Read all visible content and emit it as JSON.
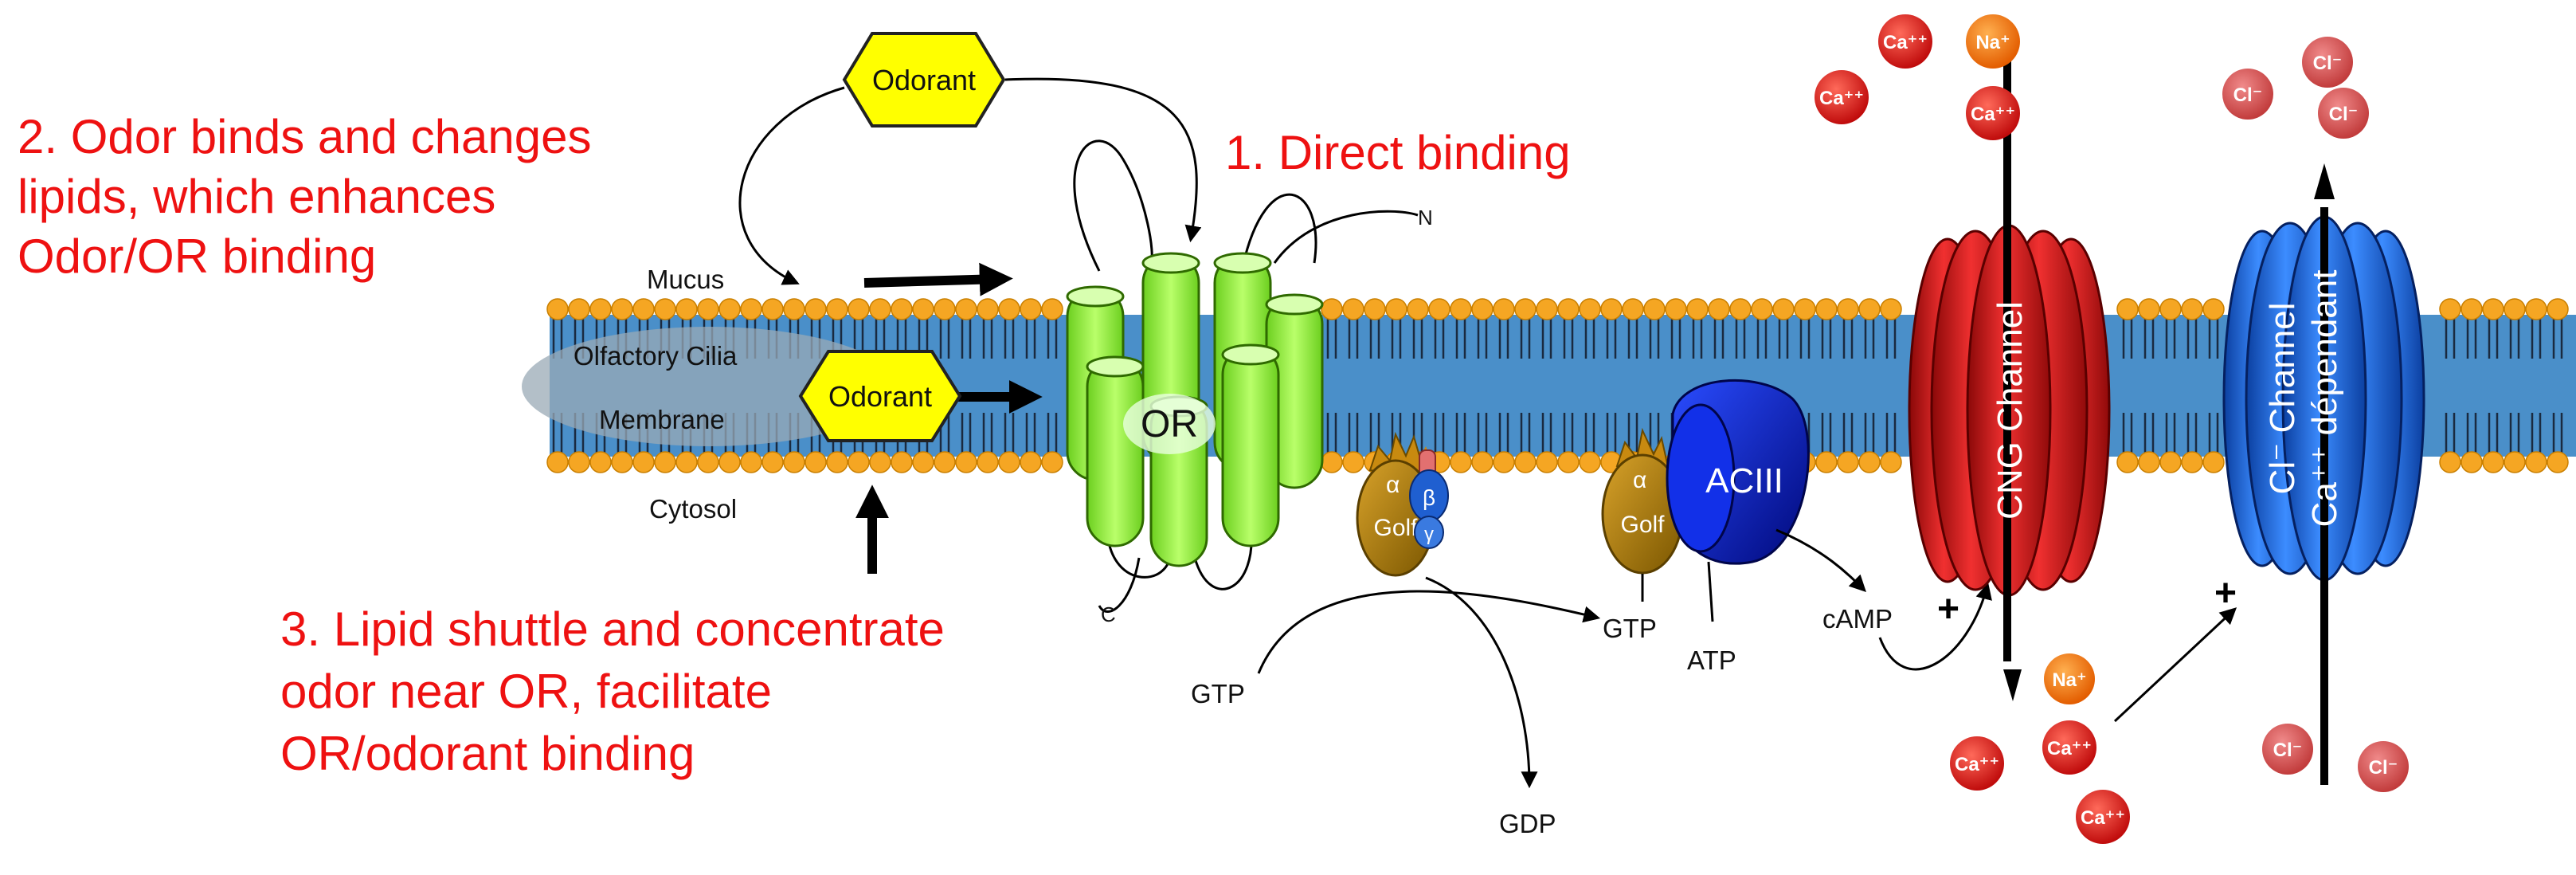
{
  "annotations": {
    "direct_binding": "1. Direct binding",
    "lipid_binding": [
      "2. Odor binds and changes",
      "lipids, which enhances",
      "Odor/OR binding"
    ],
    "lipid_shuttle": [
      "3. Lipid shuttle and concentrate",
      "odor near OR, facilitate",
      "OR/odorant binding"
    ]
  },
  "regions": {
    "mucus": "Mucus",
    "cilia": "Olfactory Cilia",
    "membrane": "Membrane",
    "cytosol": "Cytosol"
  },
  "odorants": {
    "top": "Odorant",
    "membrane": "Odorant"
  },
  "receptor": {
    "label": "OR",
    "n_terminus": "N",
    "c_terminus": "C"
  },
  "g_protein_1": {
    "alpha": "α",
    "golf": "Golf",
    "beta": "β",
    "gamma": "γ"
  },
  "g_protein_2": {
    "alpha": "α",
    "golf": "Golf"
  },
  "enzyme": {
    "label": "ACIII"
  },
  "molecules": {
    "gtp_1": "GTP",
    "gdp": "GDP",
    "gtp_2": "GTP",
    "atp": "ATP",
    "camp": "cAMP"
  },
  "channels": {
    "cng": "CNG Channel",
    "cl_line1": "Cl⁻ Channel",
    "cl_line2": "Ca⁺⁺ dépendant"
  },
  "signs": {
    "plus_1": "+",
    "plus_2": "+"
  },
  "ions": {
    "ca": "Ca⁺⁺",
    "na": "Na⁺",
    "cl": "Cl⁻"
  },
  "colors": {
    "annotation": "#ee1111",
    "lipid_head": "#f5a623",
    "membrane_core": "#4a8fc9",
    "receptor": "#9ff24a",
    "odorant": "#ffff00",
    "cng_channel": "#d61a1a",
    "cl_channel": "#1f6fe0",
    "acIII": "#0a1bd6",
    "golf": "#b8860b",
    "ca_ion": "#e01818",
    "na_ion": "#f07010",
    "cl_ion": "#d65050"
  }
}
